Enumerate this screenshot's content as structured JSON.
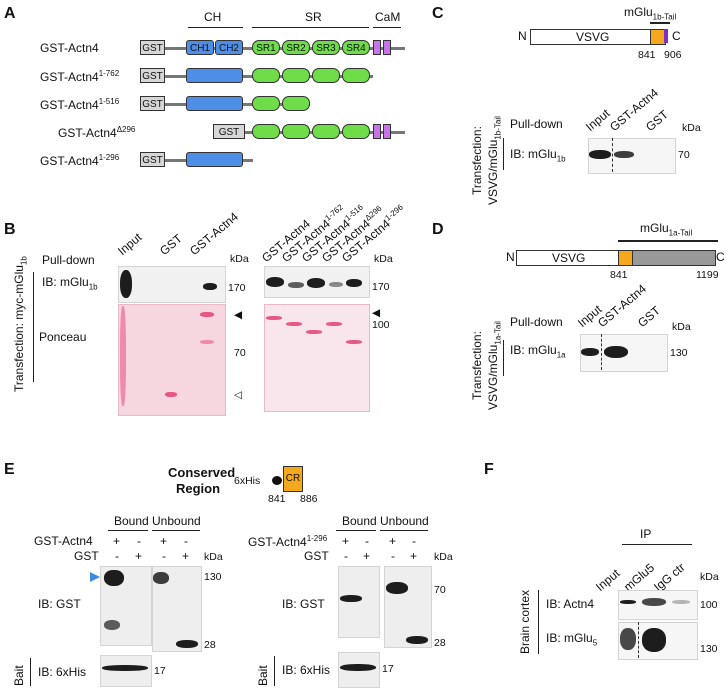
{
  "panels": {
    "A": "A",
    "B": "B",
    "C": "C",
    "D": "D",
    "E": "E",
    "F": "F"
  },
  "panelA": {
    "headers": {
      "ch": "CH",
      "sr": "SR",
      "cam": "CaM"
    },
    "constructs": [
      {
        "name": "GST-Actn4",
        "sup": ""
      },
      {
        "name": "GST-Actn4",
        "sup": "1-762"
      },
      {
        "name": "GST-Actn4",
        "sup": "1-516"
      },
      {
        "name": "GST-Actn4",
        "sup": "Δ296"
      },
      {
        "name": "GST-Actn4",
        "sup": "1-296"
      }
    ],
    "domains": {
      "gst": "GST",
      "ch1": "CH1",
      "ch2": "CH2",
      "sr1": "SR1",
      "sr2": "SR2",
      "sr3": "SR3",
      "sr4": "SR4"
    }
  },
  "panelB": {
    "side_label": "Transfection: myc-mGlu",
    "side_sub": "1b",
    "pulldown": "Pull-down",
    "lanes_left": [
      "Input",
      "GST",
      "GST-Actn4"
    ],
    "lanes_right": [
      "GST-Actn4",
      "GST-Actn4",
      "GST-Actn4",
      "GST-Actn4",
      "GST-Actn4"
    ],
    "lanes_right_sup": [
      "",
      "1-762",
      "1-516",
      "Δ296",
      "1-296"
    ],
    "ib": "IB: mGlu",
    "ib_sub": "1b",
    "ponceau": "Ponceau",
    "kda": "kDa",
    "markers_left": [
      "170",
      "70"
    ],
    "markers_right": [
      "170",
      "100"
    ],
    "arrow_filled": "◀",
    "arrow_open": "◁"
  },
  "panelC": {
    "tail_label": "mGlu",
    "tail_sub": "1b-Tail",
    "n": "N",
    "c": "C",
    "vsvg": "VSVG",
    "pos1": "841",
    "pos2": "906",
    "side_label": "Transfection:",
    "side_label2": "VSVG/mGlu",
    "side_sub": "1b-Tail",
    "pulldown": "Pull-down",
    "lanes": [
      "Input",
      "GST-Actn4",
      "GST"
    ],
    "ib": "IB: mGlu",
    "ib_sub": "1b",
    "kda": "kDa",
    "marker": "70"
  },
  "panelD": {
    "tail_label": "mGlu",
    "tail_sub": "1a-Tail",
    "n": "N",
    "c": "C",
    "vsvg": "VSVG",
    "pos1": "841",
    "pos2": "1199",
    "side_label": "Transfection:",
    "side_label2": "VSVG/mGlu",
    "side_sub": "1a-Tail",
    "pulldown": "Pull-down",
    "lanes": [
      "Input",
      "GST-Actn4",
      "GST"
    ],
    "ib": "IB: mGlu",
    "ib_sub": "1a",
    "kda": "kDa",
    "marker": "130"
  },
  "panelE": {
    "conserved": "Conserved",
    "region": "Region",
    "his": "6xHis",
    "cr": "CR",
    "pos1": "841",
    "pos2": "886",
    "bound": "Bound",
    "unbound": "Unbound",
    "row1_left": "GST-Actn4",
    "row1_right": "GST-Actn4",
    "row1_right_sup": "1-296",
    "row2": "GST",
    "plus": "+",
    "minus": "-",
    "ib_gst": "IB: GST",
    "ib_his": "IB: 6xHis",
    "bait": "Bait",
    "kda": "kDa",
    "markers_left": [
      "130",
      "28",
      "17"
    ],
    "markers_right": [
      "70",
      "28",
      "17"
    ]
  },
  "panelF": {
    "ip": "IP",
    "lanes": [
      "Input",
      "mGlu5",
      "IgG ctr"
    ],
    "side_label": "Brain cortex",
    "ib1": "IB: Actn4",
    "ib2": "IB: mGlu",
    "ib2_sub": "5",
    "kda": "kDa",
    "markers": [
      "100",
      "130"
    ]
  }
}
